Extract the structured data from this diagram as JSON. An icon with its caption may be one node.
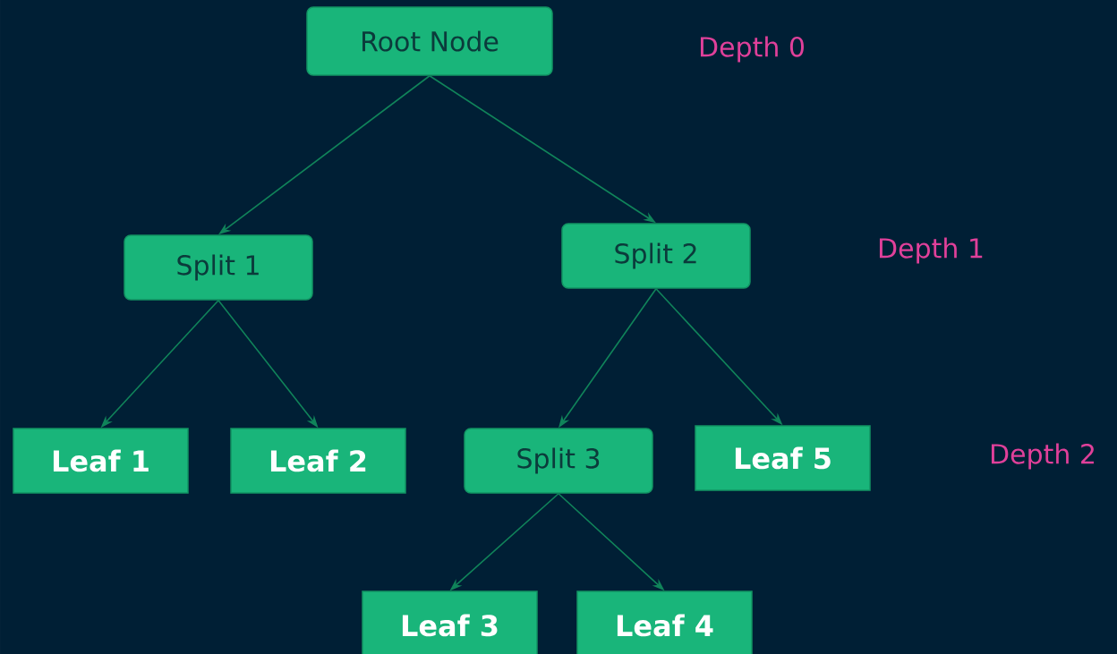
{
  "diagram": {
    "nodes": [
      {
        "text": [
          "Root Node"
        ]
      },
      {
        "text": [
          "Split 1"
        ]
      },
      {
        "text": [
          "Split 2"
        ]
      },
      {
        "text": [
          "Leaf 1"
        ]
      },
      {
        "text": [
          "Leaf 2"
        ]
      },
      {
        "text": [
          "Split 3"
        ]
      },
      {
        "text": [
          "Leaf 5"
        ]
      },
      {
        "text": [
          "Leaf 3"
        ]
      },
      {
        "text": [
          "Leaf 4"
        ]
      }
    ],
    "edges": [
      {
        "from": 0,
        "to": 1,
        "arrow": "to"
      },
      {
        "from": 0,
        "to": 2,
        "arrow": "to"
      },
      {
        "from": 1,
        "to": 3,
        "arrow": "to"
      },
      {
        "from": 1,
        "to": 4,
        "arrow": "to"
      },
      {
        "from": 2,
        "to": 5,
        "arrow": "to"
      },
      {
        "from": 2,
        "to": 6,
        "arrow": "to"
      },
      {
        "from": 5,
        "to": 7,
        "arrow": "to"
      },
      {
        "from": 5,
        "to": 8,
        "arrow": "to"
      }
    ],
    "labels": [
      "Depth 0",
      "Depth 1",
      "Depth 2"
    ]
  }
}
